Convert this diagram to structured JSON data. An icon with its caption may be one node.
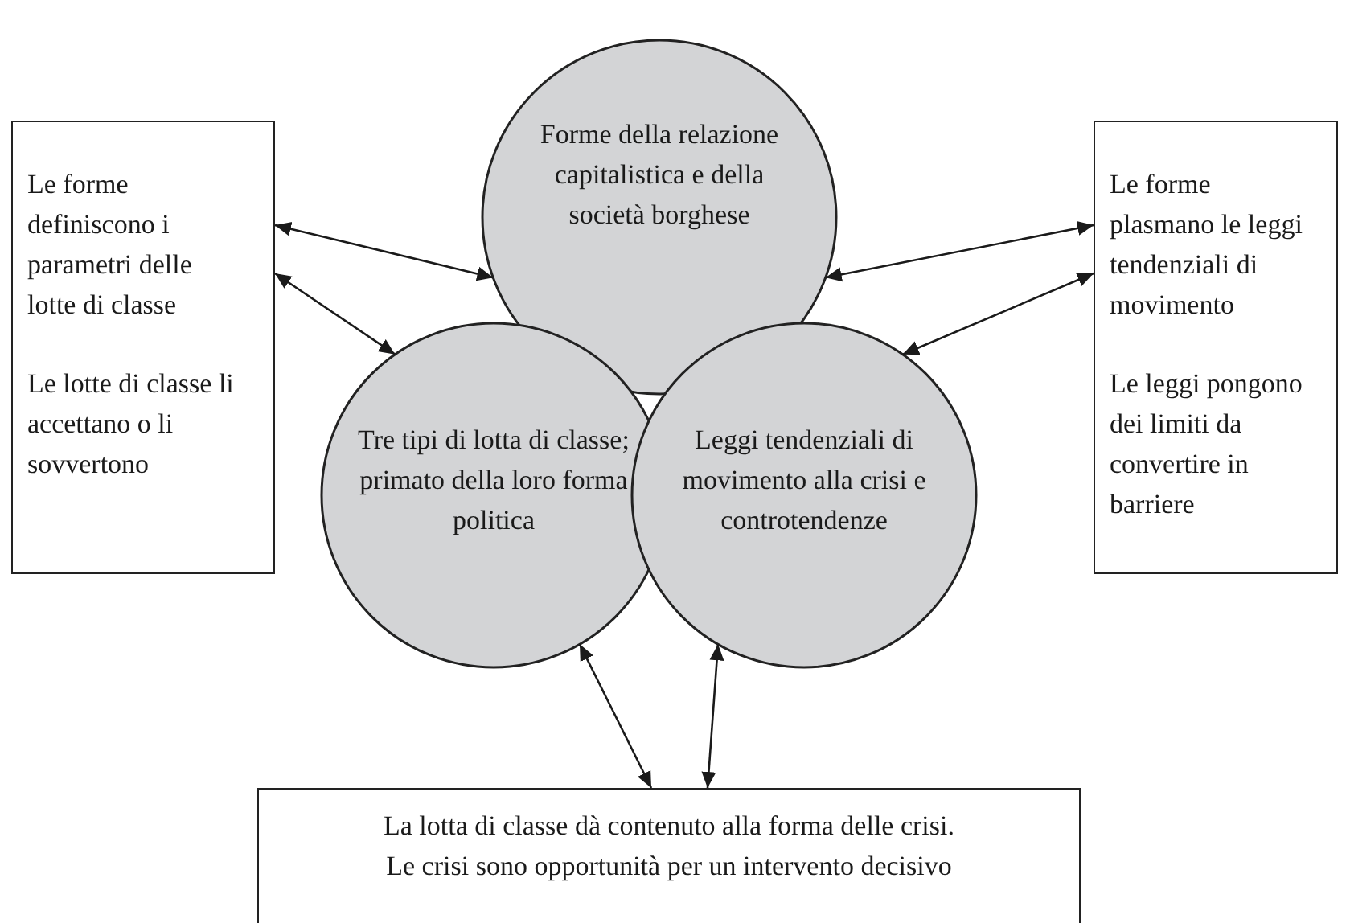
{
  "diagram": {
    "nodes": [
      {
        "text": [
          "Le forme definiscono i parametri delle lotte di classe",
          "Le lotte di classe li accettano o li sovvertono"
        ]
      },
      {
        "text": [
          "Forme della relazione capitalistica e della società borghese"
        ]
      },
      {
        "text": [
          "Le forme plasmano le leggi tendenziali di movimento",
          "Le leggi pongono dei limiti da convertire in barriere"
        ]
      },
      {
        "text": [
          "Tre tipi di lotta di classe; primato della loro forma politica"
        ]
      },
      {
        "text": [
          "Leggi tendenziali di movimento alla crisi e controtendenze"
        ]
      },
      {
        "text": [
          "La lotta di classe dà contenuto alla forma delle crisi.",
          "Le crisi sono opportunità per un intervento decisivo"
        ]
      }
    ],
    "edges": [
      {
        "from": 0,
        "to": 1,
        "arrow": "both"
      },
      {
        "from": 0,
        "to": 3,
        "arrow": "both"
      },
      {
        "from": 2,
        "to": 1,
        "arrow": "both"
      },
      {
        "from": 2,
        "to": 4,
        "arrow": "both"
      },
      {
        "from": 5,
        "to": 3,
        "arrow": "both"
      },
      {
        "from": 5,
        "to": 4,
        "arrow": "both"
      }
    ]
  }
}
